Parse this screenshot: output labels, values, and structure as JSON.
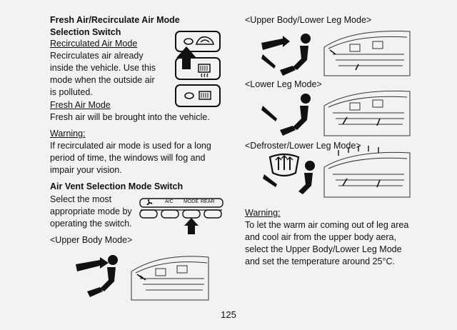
{
  "left": {
    "fresh_recirc_title_1": "Fresh Air/Recirculate Air Mode",
    "fresh_recirc_title_2": "Selection Switch",
    "recirc_heading": "Recirculated Air Mode",
    "recirc_lines": [
      "Recirculates air already",
      "inside the vehicle. Use this",
      "mode when the outside air",
      "is polluted."
    ],
    "fresh_heading": "Fresh Air Mode",
    "fresh_line": "Fresh air will be brought into the vehicle.",
    "warning_label": "Warning:",
    "warning_lines": [
      "If recirculated air mode is used for a long",
      "period of time, the windows will fog and",
      "impair your vision."
    ],
    "vent_title": "Air Vent Selection Mode Switch",
    "vent_lines": [
      "Select the most",
      "appropriate mode by",
      "operating the switch."
    ],
    "panel_labels": [
      "A/C",
      "MODE",
      "REAR"
    ],
    "upper_body_mode": "<Upper Body Mode>"
  },
  "right": {
    "upper_lower_mode": "<Upper Body/Lower Leg Mode>",
    "lower_leg_mode": "<Lower Leg Mode>",
    "defroster_mode": "<Defroster/Lower Leg Mode>",
    "warning_label": "Warning:",
    "warning_lines": [
      "To let the warm air coming out of leg area",
      "and cool air from the upper body aera,",
      "select the Upper Body/Lower Leg Mode",
      "and set the temperature around 25°C."
    ]
  },
  "page_number": "125",
  "icons": {
    "recirc_switch": "recirculate-air-icon",
    "rear_defog": "rear-defogger-icon",
    "fresh_switch": "fresh-air-icon",
    "fan": "fan-icon",
    "arrow_up": "arrow-up-icon",
    "person_upper": "person-upper-vent-icon",
    "person_lower": "person-lower-vent-icon",
    "person_defrost": "person-defrost-icon",
    "dashboard": "dashboard-illustration"
  }
}
